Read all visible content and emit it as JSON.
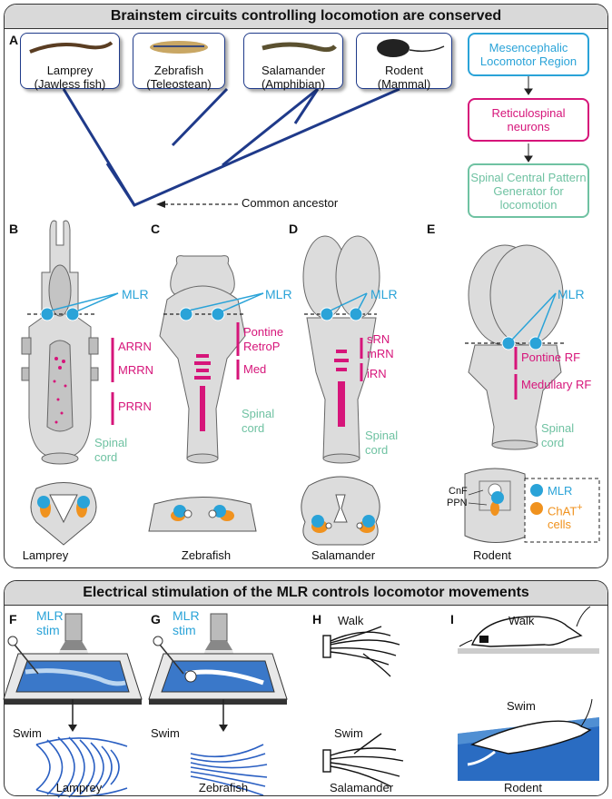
{
  "top_title": "Brainstem circuits controlling locomotion are conserved",
  "bottom_title": "Electrical stimulation of the MLR controls locomotor movements",
  "panels": {
    "A": "A",
    "B": "B",
    "C": "C",
    "D": "D",
    "E": "E",
    "F": "F",
    "G": "G",
    "H": "H",
    "I": "I"
  },
  "species": [
    {
      "name": "Lamprey",
      "group": "(Jawless fish)"
    },
    {
      "name": "Zebrafish",
      "group": "(Teleostean)"
    },
    {
      "name": "Salamander",
      "group": "(Amphibian)"
    },
    {
      "name": "Rodent",
      "group": "(Mammal)"
    }
  ],
  "common_ancestor": "Common ancestor",
  "flow": [
    "Mesencephalic Locomotor Region",
    "Reticulospinal neurons",
    "Spinal Central Pattern Generator for locomotion"
  ],
  "brain_labels": {
    "mlr": "MLR",
    "spinal": "Spinal",
    "cord": "cord",
    "lamprey": [
      "ARRN",
      "MRRN",
      "PRRN"
    ],
    "zebrafish": [
      "Pontine",
      "RetroP",
      "Med"
    ],
    "salamander": [
      "sRN",
      "mRN",
      "iRN"
    ],
    "rodent": [
      "Pontine RF",
      "Medullary RF"
    ]
  },
  "section_labels": {
    "cnf": "CnF",
    "ppn": "PPN"
  },
  "legend": {
    "mlr": "MLR",
    "chat": "ChAT",
    "chat_sup": "+",
    "cells": "cells"
  },
  "bottom_labels": {
    "mlr_stim_1": "MLR",
    "stim_1": "stim",
    "mlr_stim_2": "MLR",
    "stim_2": "stim",
    "swim_f": "Swim",
    "swim_g": "Swim",
    "walk_h": "Walk",
    "swim_h": "Swim",
    "walk_i": "Walk",
    "swim_i": "Swim",
    "cap_f": "Lamprey",
    "cap_g": "Zebrafish",
    "cap_h": "Salamander",
    "cap_i": "Rodent"
  },
  "colors": {
    "mlr": "#2aa3d8",
    "reticulospinal": "#d6157a",
    "spinal": "#6fc2a2",
    "chat": "#f0921e",
    "tree": "#1f3a8a"
  }
}
